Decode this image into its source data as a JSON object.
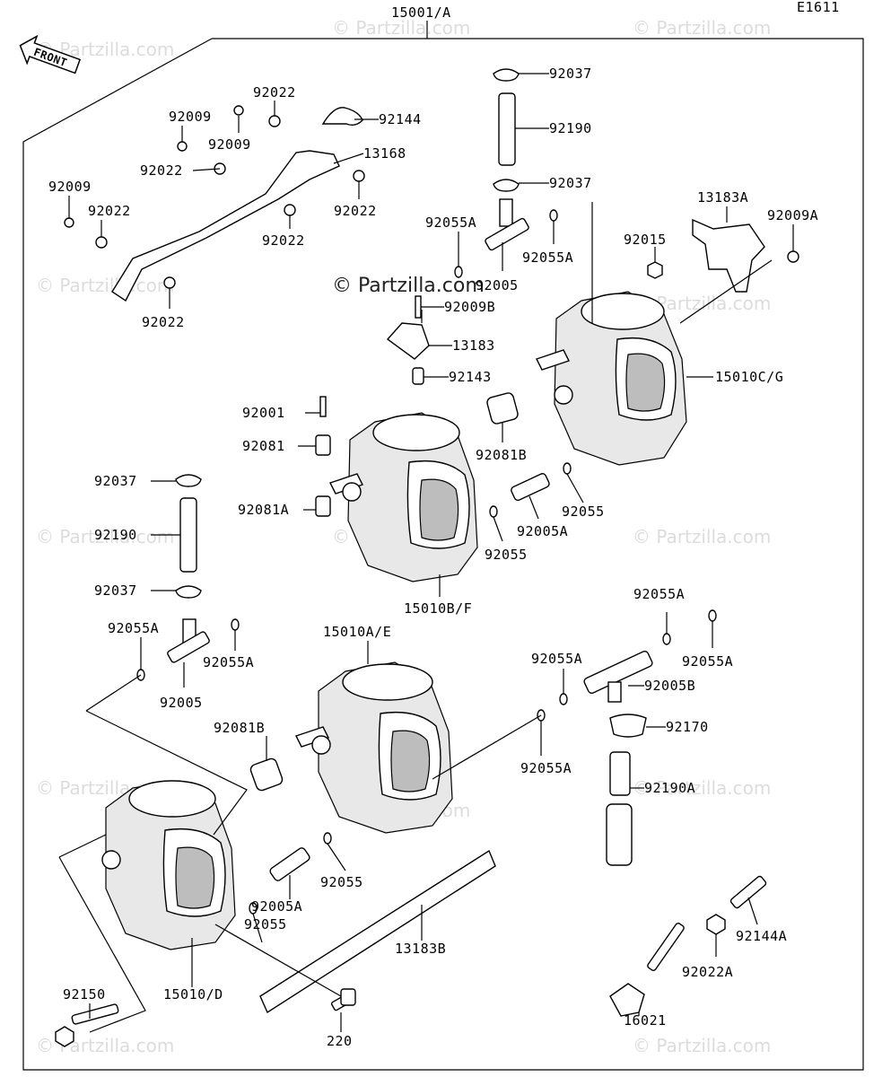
{
  "diagram_code": "E1611",
  "assembly_label": "15001/A",
  "front_label": "FRONT",
  "watermark_text": "© Partzilla.com",
  "copyright_text": "© Partzilla.com",
  "part_labels": [
    "92037",
    "92190",
    "92037",
    "92055A",
    "92055A",
    "92005",
    "92022",
    "92009",
    "92009",
    "92144",
    "13168",
    "92022",
    "92022",
    "92022",
    "92009",
    "92022",
    "92022",
    "13183A",
    "92009A",
    "92015",
    "15010C/G",
    "92009B",
    "13183",
    "92143",
    "92001",
    "92081",
    "92081A",
    "92081B",
    "92037",
    "92190",
    "92037",
    "92005A",
    "92055",
    "92055",
    "15010B/F",
    "92055A",
    "92055A",
    "92005",
    "15010A/E",
    "92081B",
    "92055A",
    "92055A",
    "92055A",
    "92005B",
    "92170",
    "92055A",
    "92190A",
    "92005A",
    "92055",
    "92055",
    "13183B",
    "15010/D",
    "92150",
    "220",
    "92144A",
    "92022A",
    "16021"
  ]
}
